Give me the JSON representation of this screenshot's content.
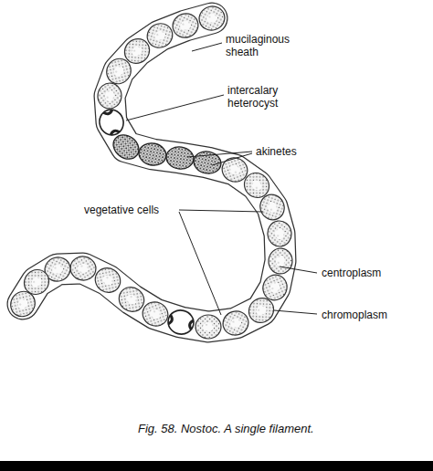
{
  "diagram": {
    "caption": "Fig. 58. Nostoc. A single filament.",
    "labels": [
      "mucilaginous sheath",
      "intercalary heterocyst",
      "akinetes",
      "vegetative cells",
      "centroplasm",
      "chromoplasm"
    ]
  }
}
